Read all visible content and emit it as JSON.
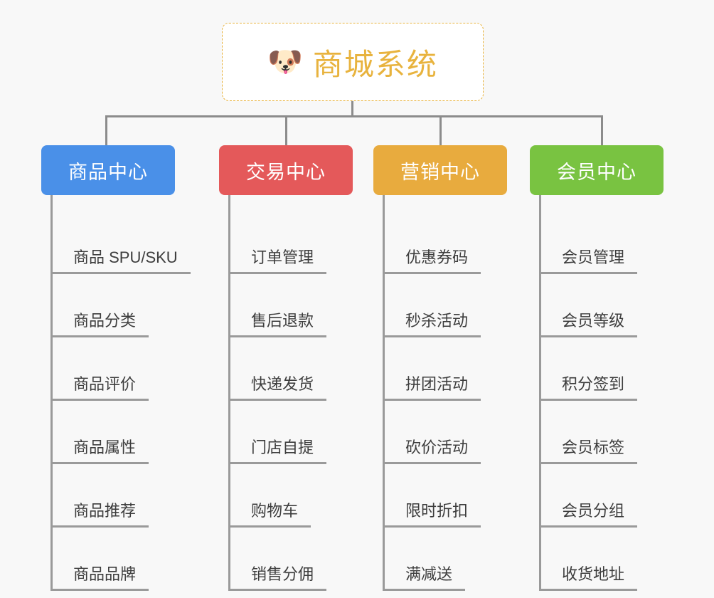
{
  "canvas": {
    "background_color": "#f8f8f8",
    "line_color": "#8c8c8c"
  },
  "root": {
    "icon": "shiba-dog-face-emoji",
    "emoji": "🐶",
    "title": "商城系统",
    "title_color": "#e8b33e",
    "border_color": "#e8b33e",
    "border_style": "dashed",
    "background_color": "#ffffff"
  },
  "branches": [
    {
      "id": "product-center",
      "label": "商品中心",
      "color": "#4a90e8",
      "items": [
        "商品 SPU/SKU",
        "商品分类",
        "商品评价",
        "商品属性",
        "商品推荐",
        "商品品牌"
      ]
    },
    {
      "id": "trade-center",
      "label": "交易中心",
      "color": "#e4595a",
      "items": [
        "订单管理",
        "售后退款",
        "快递发货",
        "门店自提",
        "购物车",
        "销售分佣"
      ]
    },
    {
      "id": "marketing-center",
      "label": "营销中心",
      "color": "#e8ab3e",
      "items": [
        "优惠券码",
        "秒杀活动",
        "拼团活动",
        "砍价活动",
        "限时折扣",
        "满减送"
      ]
    },
    {
      "id": "member-center",
      "label": "会员中心",
      "color": "#79c341",
      "items": [
        "会员管理",
        "会员等级",
        "积分签到",
        "会员标签",
        "会员分组",
        "收货地址"
      ]
    }
  ]
}
